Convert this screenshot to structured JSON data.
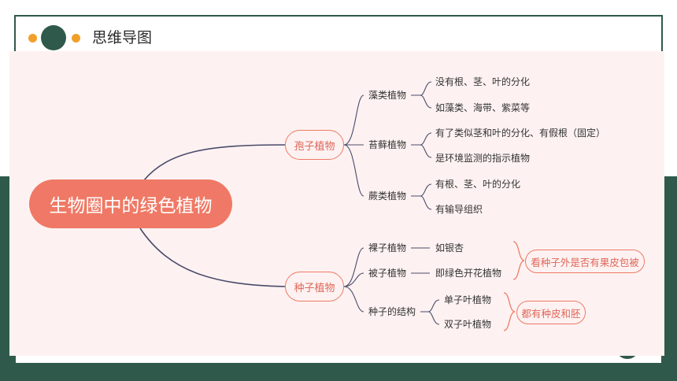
{
  "colors": {
    "dark_green": "#2f5a4b",
    "accent_orange": "#f0a02a",
    "root_fill": "#ef7966",
    "panel_bg": "#fdf2f1",
    "line": "#4a4a6a"
  },
  "header": {
    "title": "思维导图"
  },
  "mindmap": {
    "root": "生物圈中的绿色植物",
    "spore": {
      "label": "孢子植物",
      "algae": {
        "label": "藻类植物",
        "items": [
          "没有根、茎、叶的分化",
          "如藻类、海带、紫菜等"
        ]
      },
      "moss": {
        "label": "苔藓植物",
        "items": [
          "有了类似茎和叶的分化、有假根（固定）",
          "是环境监测的指示植物"
        ]
      },
      "fern": {
        "label": "蕨类植物",
        "items": [
          "有根、茎、叶的分化",
          "有输导组织"
        ]
      }
    },
    "seed": {
      "label": "种子植物",
      "gymno": {
        "label": "裸子植物",
        "example": "如银杏"
      },
      "angio": {
        "label": "被子植物",
        "example": "即绿色开花植物"
      },
      "structure": {
        "label": "种子的结构",
        "items": [
          "单子叶植物",
          "双子叶植物"
        ]
      },
      "note_fruit": "看种子外是否有果皮包被",
      "note_seed": "都有种皮和胚"
    }
  }
}
